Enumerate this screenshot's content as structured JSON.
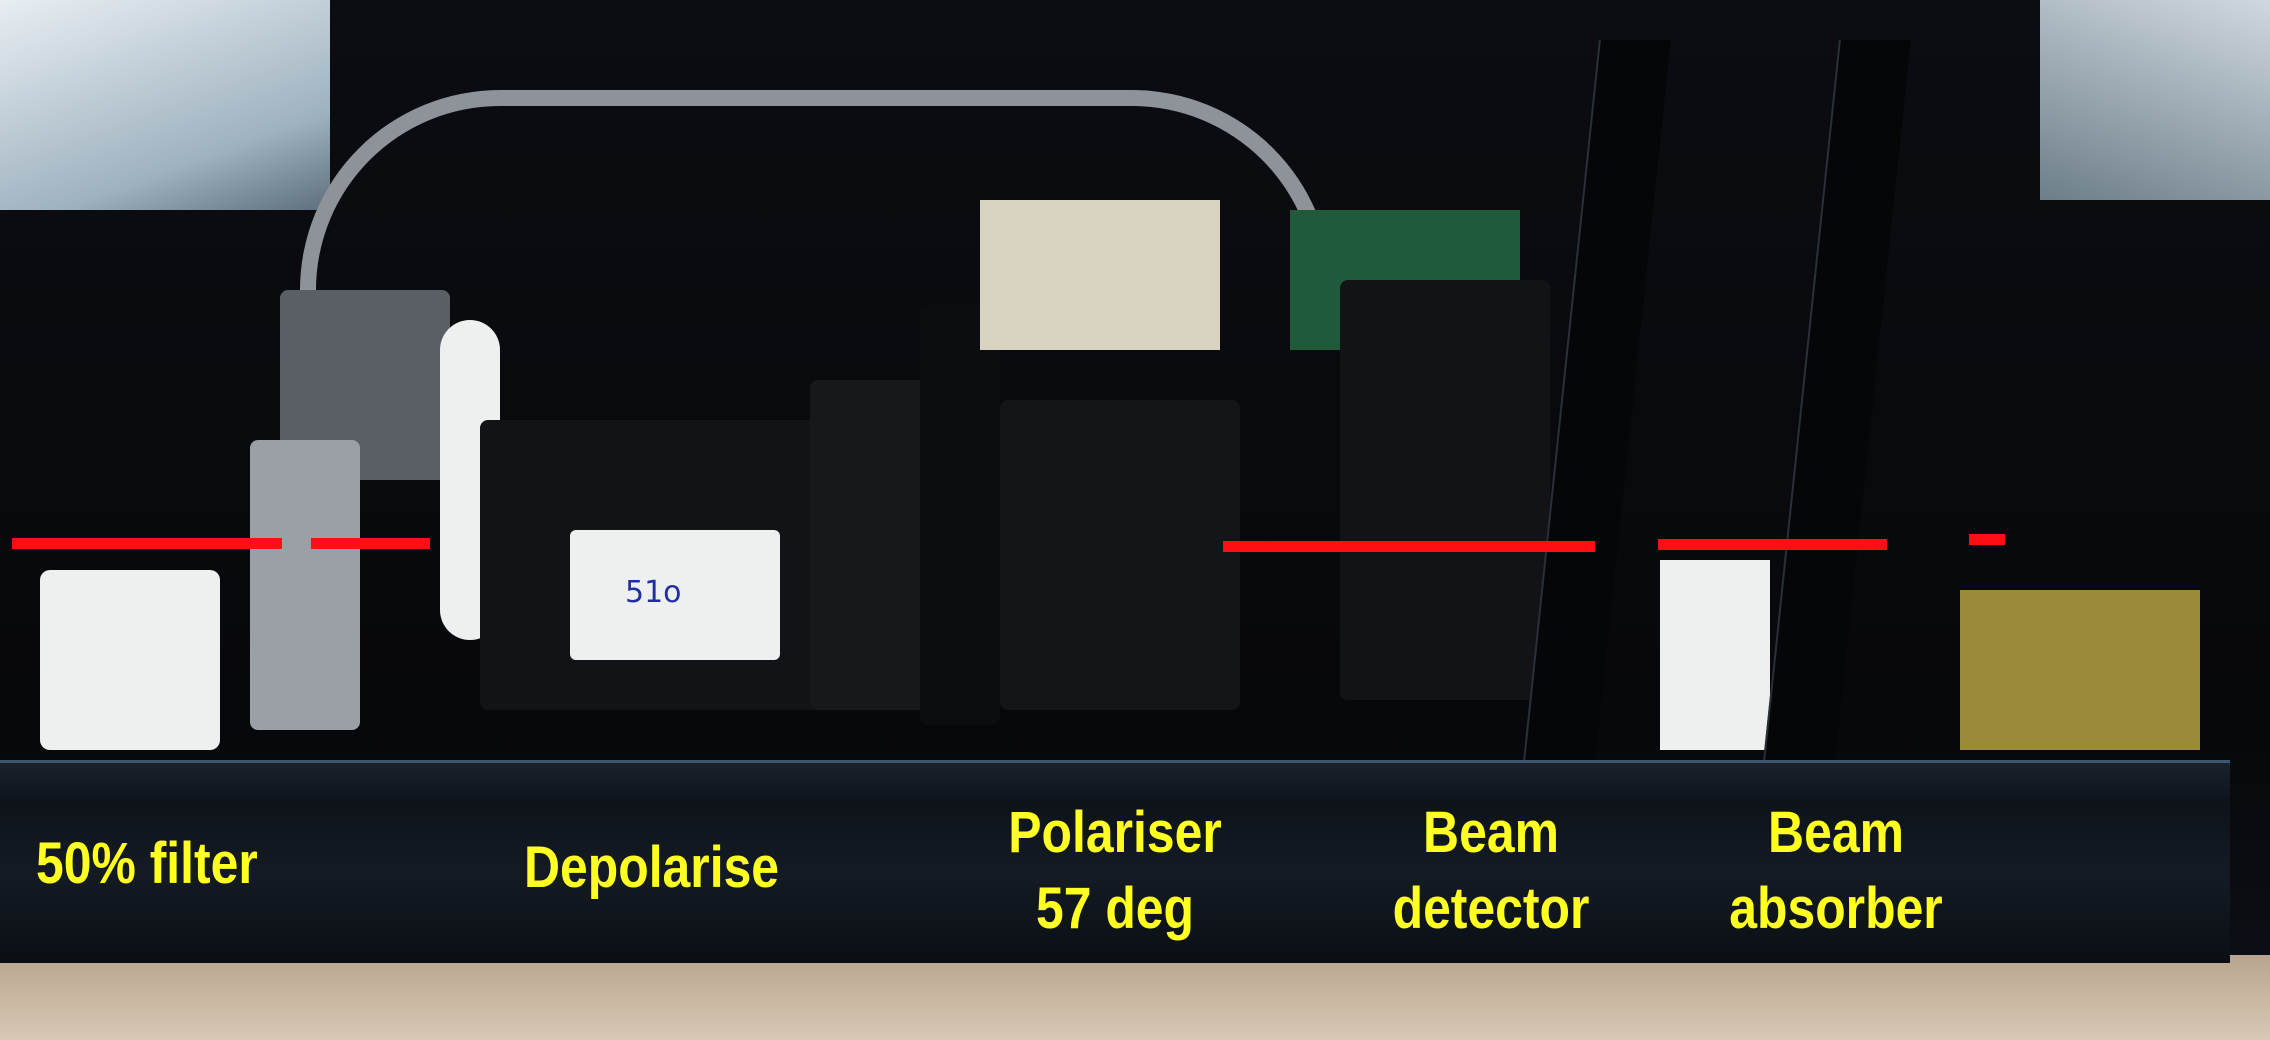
{
  "image": {
    "subject": "optical-bench-components",
    "beam_color": "#ff0f14",
    "label_color": "#ffff22",
    "labels": {
      "filter": "50% filter",
      "depolariser": "Depolarise",
      "polariser_line1": "Polariser",
      "polariser_line2": "57 deg",
      "detector_line1": "Beam",
      "detector_line2": "detector",
      "absorber_line1": "Beam",
      "absorber_line2": "absorber"
    },
    "component_marking": "51o"
  }
}
